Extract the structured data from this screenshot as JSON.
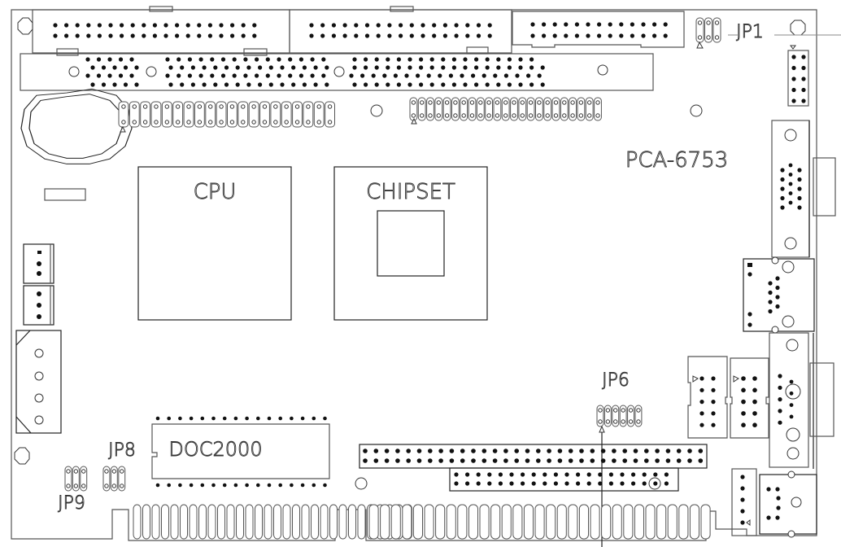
{
  "diagram": {
    "board_model": "PCA-6753",
    "components": {
      "cpu": "CPU",
      "chipset": "CHIPSET",
      "flash": "DOC2000"
    },
    "jumpers": {
      "jp1": "JP1",
      "jp6": "JP6",
      "jp8": "JP8",
      "jp9": "JP9"
    }
  }
}
